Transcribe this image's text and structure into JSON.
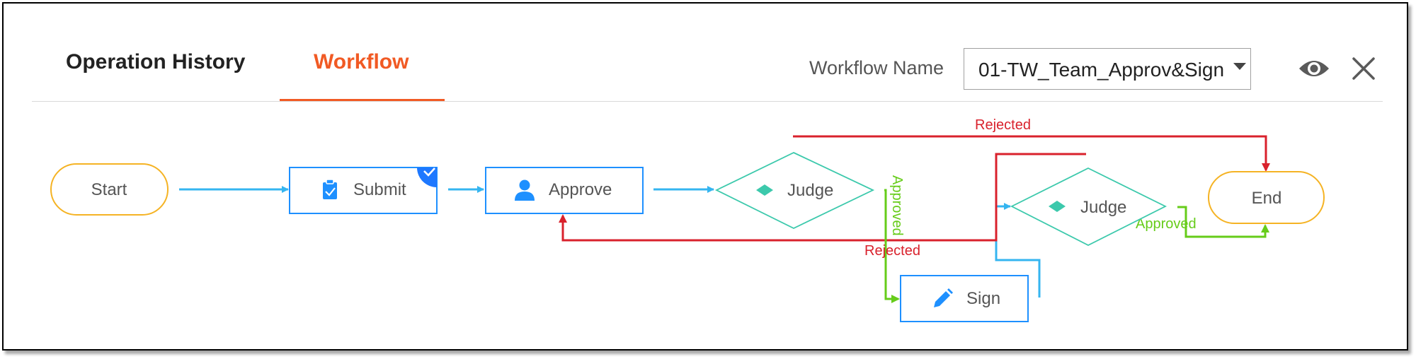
{
  "tabs": {
    "operation_history": "Operation History",
    "workflow": "Workflow"
  },
  "workflow_selector": {
    "label": "Workflow Name",
    "value": "01-TW_Team_Approv&Sign"
  },
  "icons": {
    "preview": "eye-icon",
    "close": "close-icon"
  },
  "colors": {
    "active_tab": "#f15a24",
    "start_end_border": "#f5b324",
    "task_border": "#1e90ff",
    "judge_border": "#3cc9ac",
    "flow_line": "#35b5f0",
    "rejected_line": "#d9212c",
    "approved_line": "#66cc1a"
  },
  "nodes": {
    "start": "Start",
    "submit": "Submit",
    "approve": "Approve",
    "judge_1": "Judge",
    "sign": "Sign",
    "judge_2": "Judge",
    "end": "End"
  },
  "edges": {
    "rejected_top": "Rejected",
    "approved_judge1": "Approved",
    "rejected_judge1": "Rejected",
    "approved_judge2": "Approved"
  }
}
